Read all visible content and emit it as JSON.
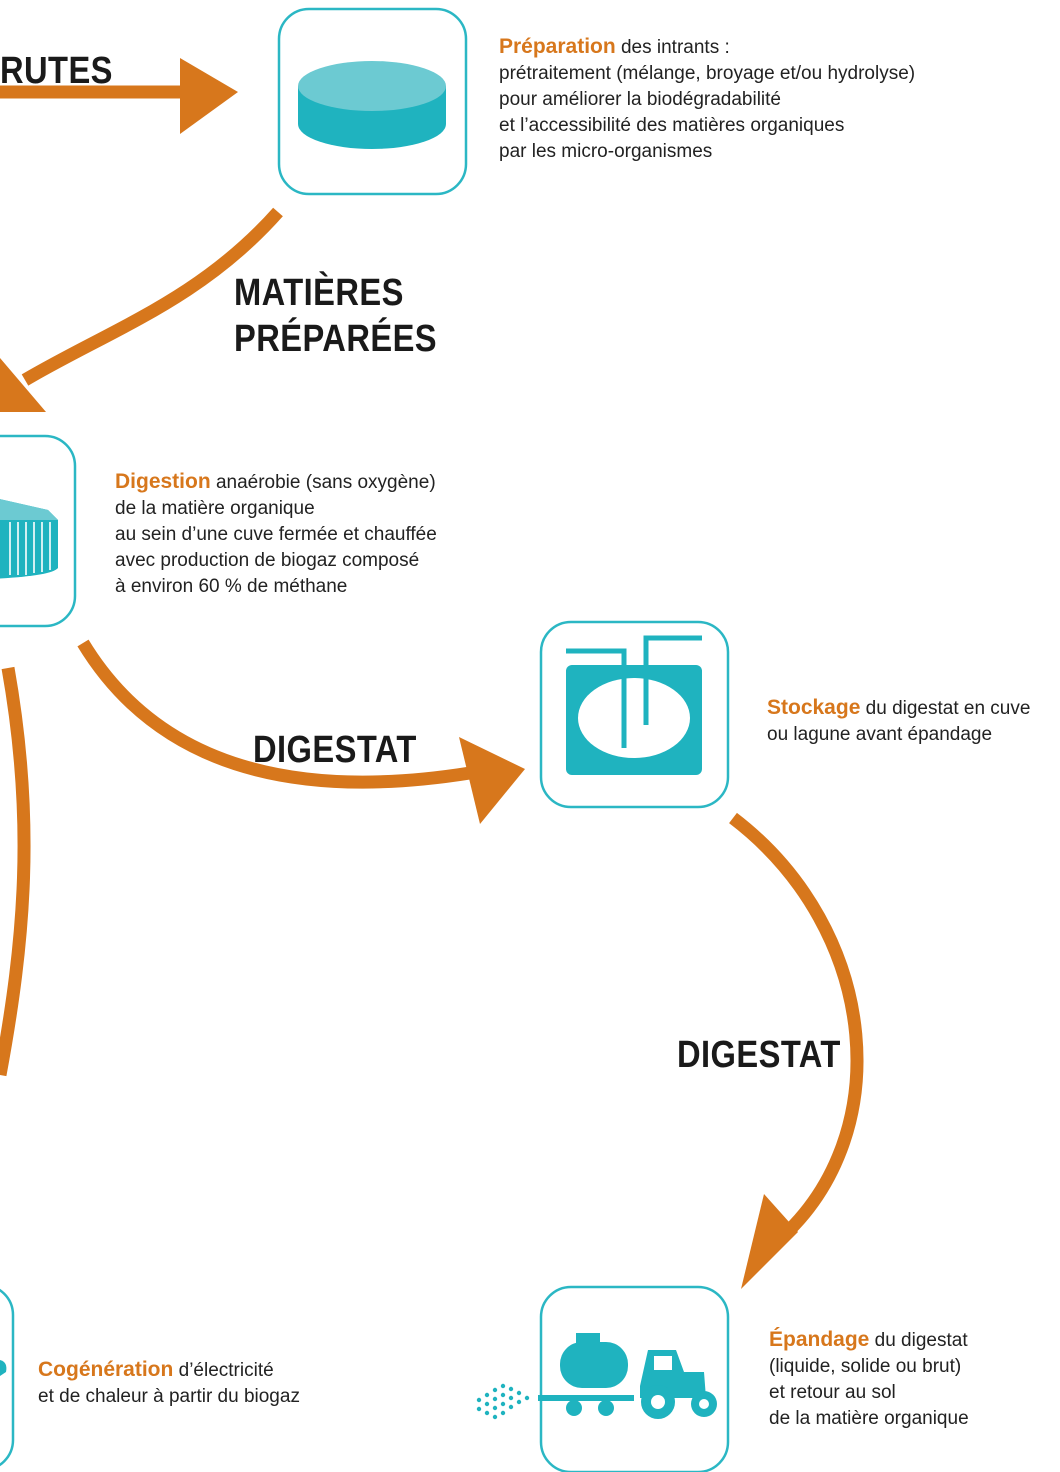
{
  "colors": {
    "accent": "#d7771c",
    "teal": "#1fb3bf",
    "teal_light": "#6ccad2",
    "text": "#222222"
  },
  "flow_labels": {
    "brutes": "RUTES",
    "preparees_1": "MATIÈRES",
    "preparees_2": "PRÉPARÉES",
    "digestat_1": "DIGESTAT",
    "digestat_2": "DIGESTAT"
  },
  "steps": {
    "preparation": {
      "icon": "tank-icon",
      "title": "Préparation",
      "rest": " des intrants :",
      "lines": [
        "prétraitement (mélange, broyage et/ou hydrolyse)",
        "pour améliorer la biodégradabilité",
        "et l’accessibilité des matières organiques",
        "par les micro-organismes"
      ]
    },
    "digestion": {
      "icon": "digester-icon",
      "title": "Digestion",
      "rest": " anaérobie (sans oxygène)",
      "lines": [
        "de la matière organique",
        "au sein d’une cuve fermée et chauffée",
        "avec production de biogaz composé",
        "à environ 60 % de méthane"
      ]
    },
    "stockage": {
      "icon": "storage-tank-icon",
      "title": "Stockage",
      "rest": " du digestat en cuve",
      "lines": [
        "ou lagune avant épandage"
      ]
    },
    "epandage": {
      "icon": "tractor-spreader-icon",
      "title": "Épandage",
      "rest": " du digestat",
      "lines": [
        "(liquide, solide ou brut)",
        "et retour au sol",
        "de la matière organique"
      ]
    },
    "cogeneration": {
      "icon": "cogeneration-icon",
      "title": "Cogénération",
      "rest": " d’électricité",
      "lines": [
        "et de chaleur à partir du biogaz"
      ]
    }
  }
}
